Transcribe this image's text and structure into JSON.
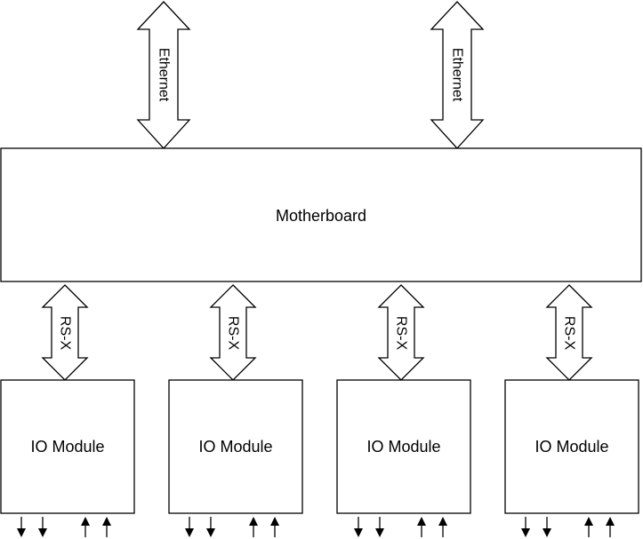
{
  "diagram": {
    "motherboard": {
      "label": "Motherboard"
    },
    "ethernet_links": [
      {
        "label": "Ethernet"
      },
      {
        "label": "Ethernet"
      }
    ],
    "rs_links": [
      {
        "label": "RS-X"
      },
      {
        "label": "RS-X"
      },
      {
        "label": "RS-X"
      },
      {
        "label": "RS-X"
      }
    ],
    "io_modules": [
      {
        "label": "IO Module",
        "outputs": 2,
        "inputs": 2
      },
      {
        "label": "IO Module",
        "outputs": 2,
        "inputs": 2
      },
      {
        "label": "IO Module",
        "outputs": 2,
        "inputs": 2
      },
      {
        "label": "IO Module",
        "outputs": 2,
        "inputs": 2
      }
    ]
  }
}
